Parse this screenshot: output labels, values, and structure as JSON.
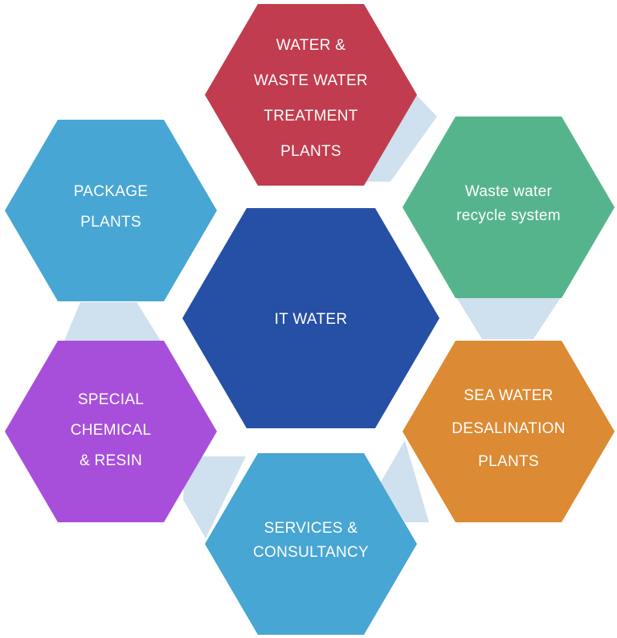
{
  "diagram": {
    "center": {
      "lines": [
        "IT WATER"
      ],
      "color": "#2650a5"
    },
    "nodes": [
      {
        "id": "water-waste-water",
        "lines": [
          "WATER &",
          "WASTE WATER",
          "TREATMENT",
          "PLANTS"
        ],
        "color": "#c13c4e"
      },
      {
        "id": "waste-water-recycle",
        "lines": [
          "Waste water",
          "recycle system"
        ],
        "color": "#56b48d"
      },
      {
        "id": "sea-water-desalination",
        "lines": [
          "SEA WATER",
          "DESALINATION",
          "PLANTS"
        ],
        "color": "#dc8a33"
      },
      {
        "id": "services-consultancy",
        "lines": [
          "SERVICES &",
          "CONSULTANCY"
        ],
        "color": "#47a6d3"
      },
      {
        "id": "special-chemical-resin",
        "lines": [
          "SPECIAL",
          "CHEMICAL",
          "& RESIN"
        ],
        "color": "#a74fdb"
      },
      {
        "id": "package-plants",
        "lines": [
          "PACKAGE",
          "PLANTS"
        ],
        "color": "#47a6d3"
      }
    ],
    "connector_color": "#cfe0ee"
  }
}
